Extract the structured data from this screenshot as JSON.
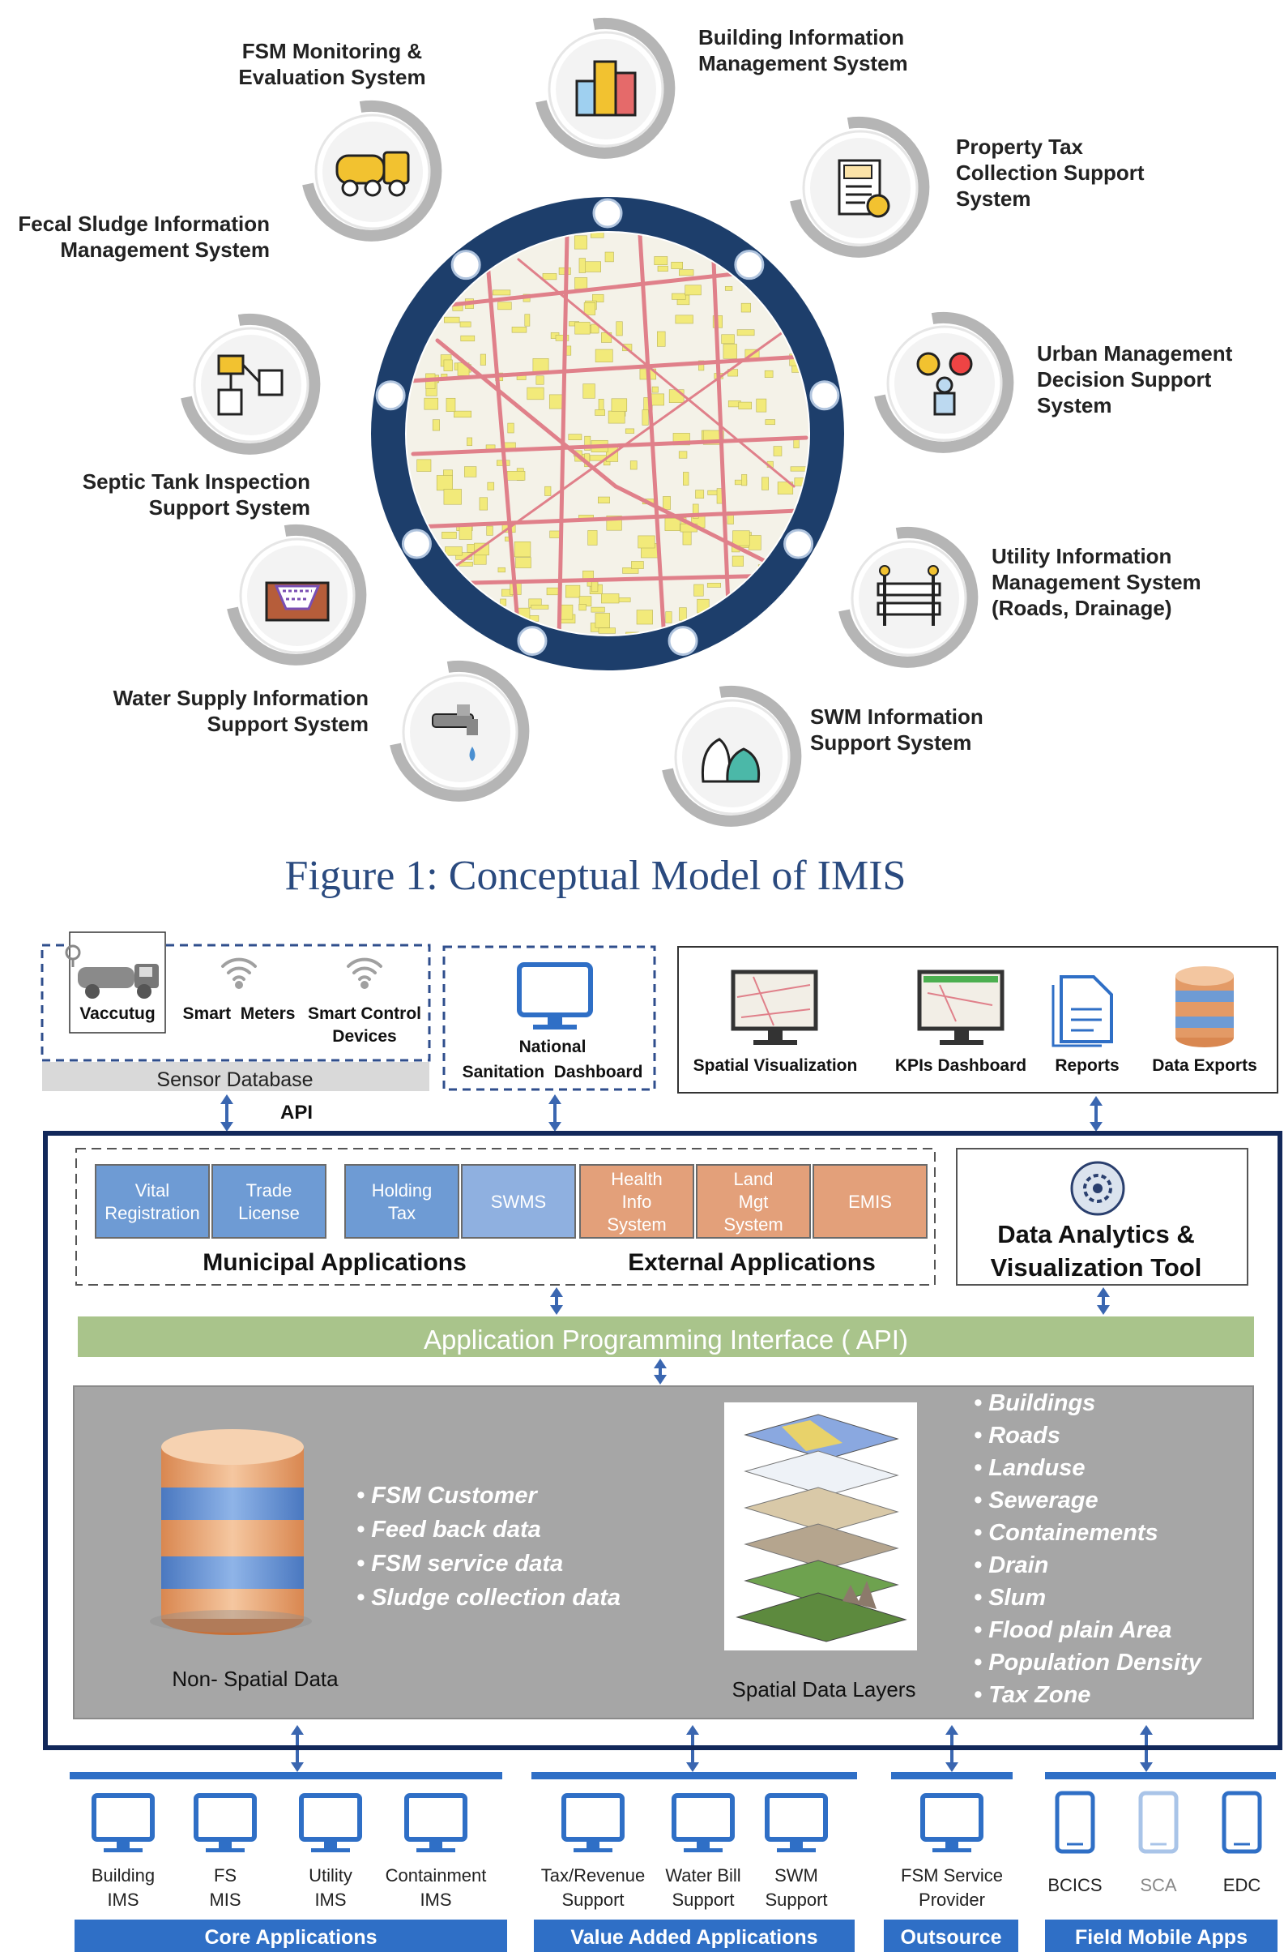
{
  "figure1": {
    "caption": "Figure 1: Conceptual Model of IMIS",
    "systems": [
      {
        "label": "FSM Monitoring & Evaluation System",
        "icon": "tanker-truck-icon"
      },
      {
        "label": "Building Information Management System",
        "icon": "buildings-icon"
      },
      {
        "label": "Property Tax Collection Support System",
        "icon": "tax-document-icon"
      },
      {
        "label": "Urban Management Decision Support System",
        "icon": "decision-person-icon"
      },
      {
        "label": "Utility Information Management System (Roads, Drainage)",
        "icon": "road-barrier-icon"
      },
      {
        "label": "SWM Information Support System",
        "icon": "garbage-bags-icon"
      },
      {
        "label": "Water Supply Information Support System",
        "icon": "water-tap-icon"
      },
      {
        "label": "Septic Tank Inspection Support System",
        "icon": "septic-tank-icon"
      },
      {
        "label": "Fecal Sludge Information Management System",
        "icon": "flowchart-icon"
      }
    ],
    "colors": {
      "ring": "#1d3e6b",
      "map_bg": "#f4f2e8",
      "roads": "#e0808a",
      "buildings": "#f2ea7a",
      "arc": "#b5b5b5"
    }
  },
  "figure2": {
    "sensor_group": {
      "items": [
        "Vaccutug",
        "Smart  Meters",
        "Smart Control Devices"
      ],
      "database_label": "Sensor Database",
      "api_label": "API"
    },
    "dashboard": {
      "label": "National Sanitation  Dashboard"
    },
    "outputs": [
      "Spatial Visualization",
      "KPIs Dashboard",
      "Reports",
      "Data Exports"
    ],
    "municipal_apps": [
      "Vital Registration",
      "Trade License",
      "Holding Tax",
      "SWMS"
    ],
    "external_apps": [
      "Health Info System",
      "Land Mgt System",
      "EMIS"
    ],
    "municipal_label": "Municipal Applications",
    "external_label": "External Applications",
    "analytics_label": "Data Analytics & Visualization Tool",
    "api_bar": "Application Programming Interface ( API)",
    "non_spatial": {
      "label": "Non- Spatial Data",
      "items": [
        "FSM Customer",
        "Feed back data",
        "FSM service data",
        "Sludge collection data"
      ]
    },
    "spatial": {
      "label": "Spatial Data Layers",
      "items": [
        "Buildings",
        "Roads",
        "Landuse",
        "Sewerage",
        "Containements",
        "Drain",
        "Slum",
        "Flood plain Area",
        "Population Density",
        "Tax Zone"
      ]
    },
    "groups": [
      {
        "title": "Core Applications",
        "items": [
          "Building IMS",
          "FS MIS",
          "Utility IMS",
          "Containment IMS"
        ]
      },
      {
        "title": "Value Added Applications",
        "items": [
          "Tax/Revenue Support",
          "Water Bill Support",
          "SWM Support"
        ]
      },
      {
        "title": "Outsource",
        "items": [
          "FSM Service Provider"
        ]
      },
      {
        "title": "Field Mobile Apps",
        "items": [
          "BCICS",
          "SCA",
          "EDC"
        ]
      }
    ],
    "colors": {
      "blue_app": "#6e9bd4",
      "orange_app": "#e3a07a",
      "api_green": "#a9c48b",
      "dark_frame": "#12285a",
      "gray_panel": "#a6a6a6",
      "group_bar": "#2f6fc6",
      "arrow": "#3a66b0"
    }
  }
}
